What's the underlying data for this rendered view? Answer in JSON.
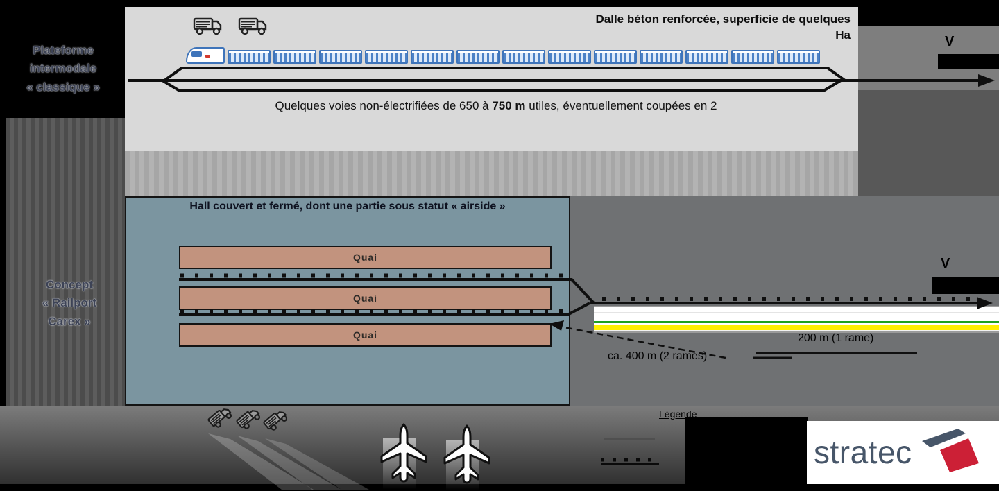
{
  "classic_platform": {
    "label": "Plateforme\nintermodale\n« classique »",
    "slab_note": "Dalle béton renforcée, superficie de quelques\nHa",
    "tracks_note_pre": "Quelques voies non-électrifiées de 650 à ",
    "tracks_note_bold": "750 m",
    "tracks_note_post": " utiles, éventuellement coupées en 2"
  },
  "carex_concept": {
    "label": "Concept\n« Railport\nCarex »",
    "hall_title": "Hall couvert et fermé, dont une partie sous statut « airside »",
    "quai_label": "Quai",
    "dim_400": "ca. 400 m (2 rames)",
    "dim_200": "200 m (1 rame)"
  },
  "legend": {
    "title": "Légende"
  },
  "arrows": {
    "clipped_label_top": "V",
    "clipped_label_mid": "V"
  },
  "logo": {
    "text": "stratec"
  },
  "train": {
    "wagon_count": 13
  },
  "colors": {
    "panel_light": "#d9d9d9",
    "hall": "#7b95a0",
    "quai": "#c2937e",
    "train_blue": "#3e74ba",
    "stripe_green": "#1ea01e",
    "stripe_yellow": "#ffee00",
    "logo_slate": "#475669",
    "logo_red": "#cc2036"
  }
}
